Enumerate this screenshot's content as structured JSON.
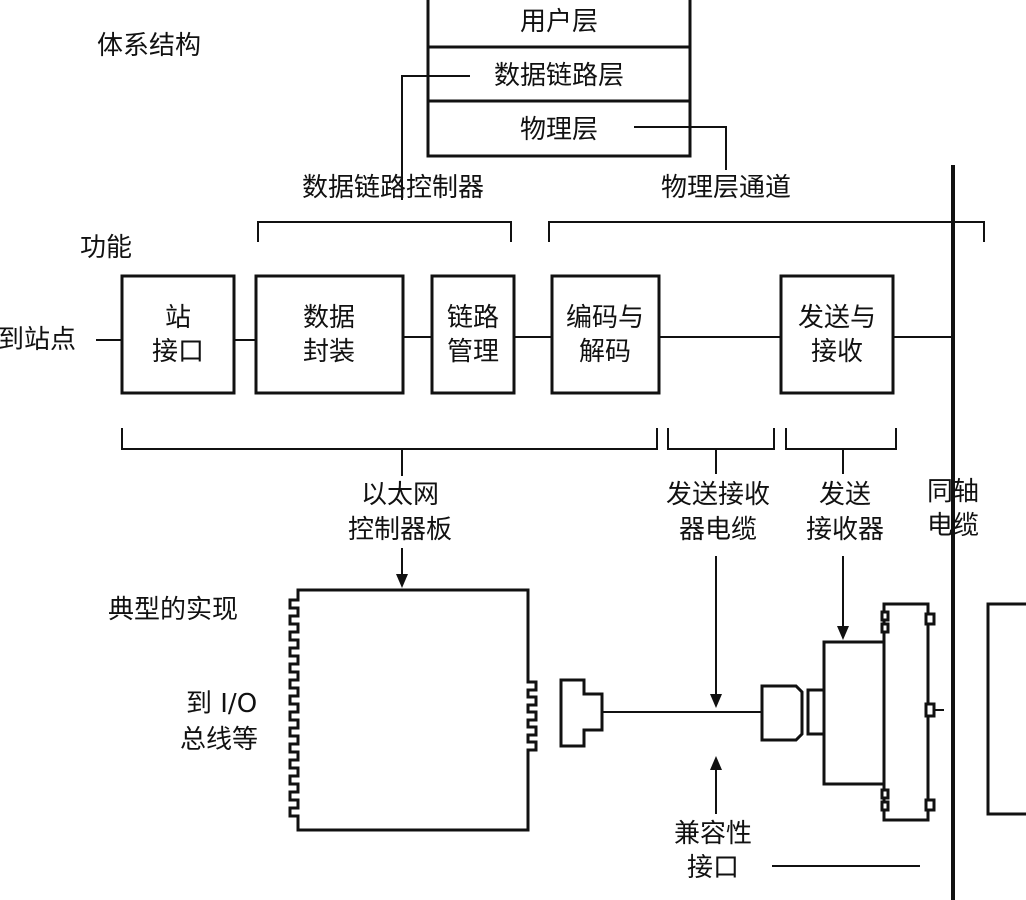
{
  "labels": {
    "architecture": "体系结构",
    "functions": "功能",
    "typical_impl": "典型的实现",
    "to_station": "到站点",
    "to_io_line1": "到 I/O",
    "to_io_line2": "总线等"
  },
  "layers": {
    "user": "用户层",
    "datalink": "数据链路层",
    "physical": "物理层"
  },
  "groups": {
    "dl_controller": "数据链路控制器",
    "phy_channel": "物理层通道"
  },
  "blocks": {
    "station_if": [
      "站",
      "接口"
    ],
    "data_encap": [
      "数据",
      "封装"
    ],
    "link_mgmt": [
      "链路",
      "管理"
    ],
    "encode_decode": [
      "编码与",
      "解码"
    ],
    "tx_rx": [
      "发送与",
      "接收"
    ]
  },
  "impl": {
    "ethernet_board": [
      "以太网",
      "控制器板"
    ],
    "transceiver_cable": [
      "发送接收",
      "器电缆"
    ],
    "transceiver": [
      "发送",
      "接收器"
    ],
    "coax": [
      "同轴",
      "电缆"
    ],
    "compat_if": [
      "兼容性",
      "接口"
    ]
  }
}
